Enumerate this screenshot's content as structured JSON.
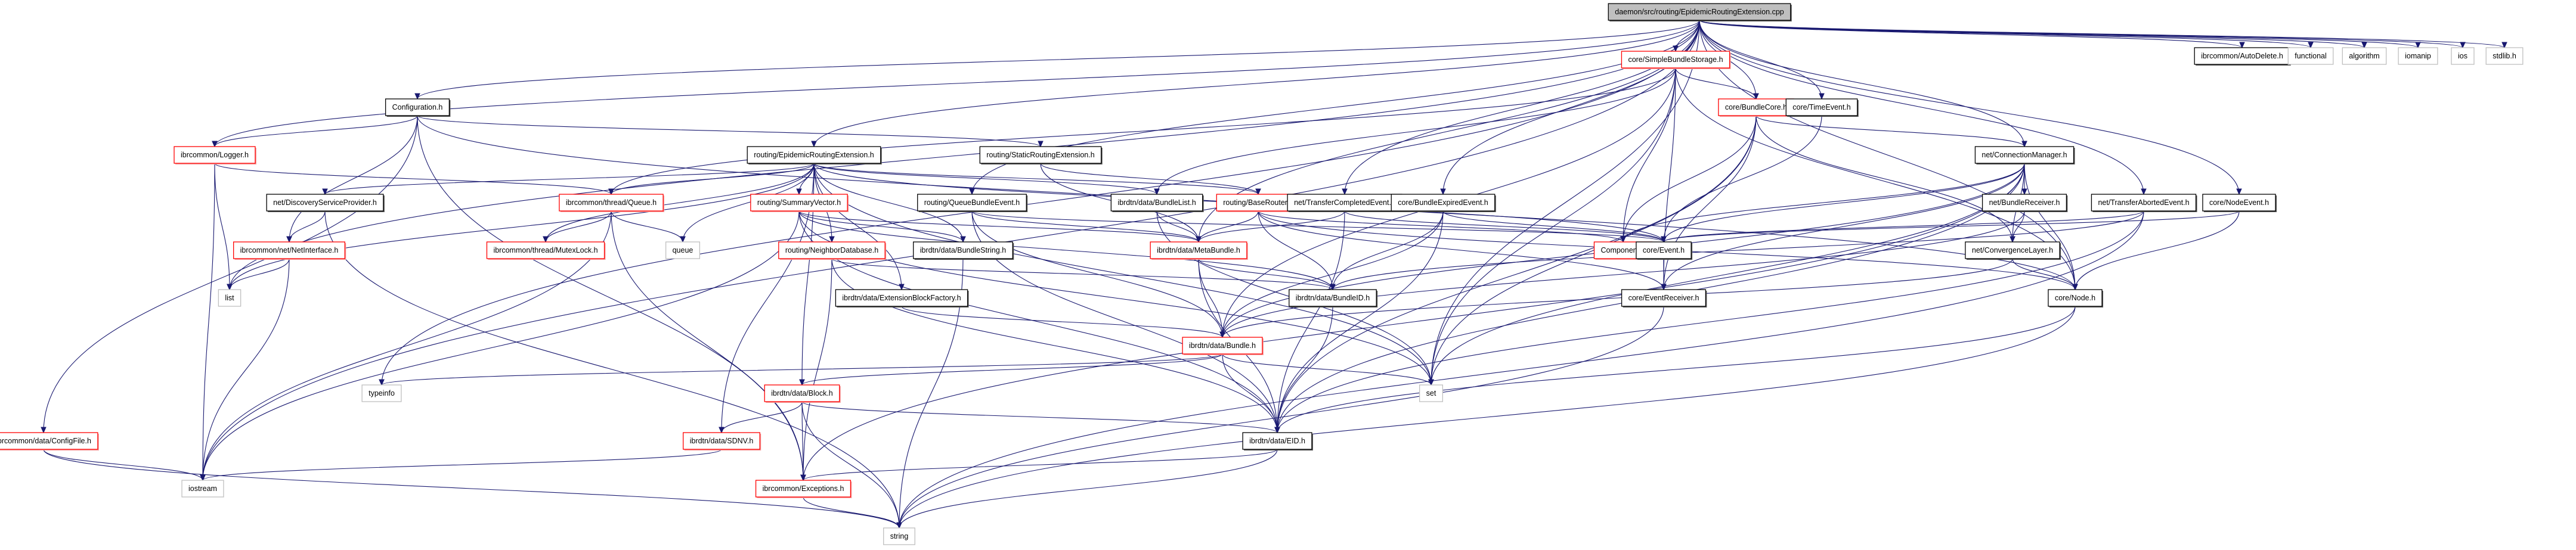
{
  "diagram": {
    "title": "daemon/src/routing/EpidemicRoutingExtension.cpp",
    "type": "include-dependency-graph",
    "colors": {
      "root_fill": "#bfbfbf",
      "documented_border": "#000000",
      "has_more_border": "#ff0000",
      "system_header_border": "#bfbfbf",
      "edge": "#191970"
    },
    "nodes": [
      {
        "id": "root",
        "label": "daemon/src/routing/EpidemicRoutingExtension.cpp",
        "kind": "root"
      },
      {
        "id": "autodelete",
        "label": "ibrcommon/AutoDelete.h",
        "kind": "documented"
      },
      {
        "id": "functional",
        "label": "functional",
        "kind": "system"
      },
      {
        "id": "algorithm",
        "label": "algorithm",
        "kind": "system"
      },
      {
        "id": "iomanip",
        "label": "iomanip",
        "kind": "system"
      },
      {
        "id": "ios",
        "label": "ios",
        "kind": "system"
      },
      {
        "id": "stdlib",
        "label": "stdlib.h",
        "kind": "system"
      },
      {
        "id": "sbs",
        "label": "core/SimpleBundleStorage.h",
        "kind": "truncated"
      },
      {
        "id": "config",
        "label": "Configuration.h",
        "kind": "documented"
      },
      {
        "id": "logger",
        "label": "ibrcommon/Logger.h",
        "kind": "truncated"
      },
      {
        "id": "ereh",
        "label": "routing/EpidemicRoutingExtension.h",
        "kind": "documented"
      },
      {
        "id": "sre",
        "label": "routing/StaticRoutingExtension.h",
        "kind": "documented"
      },
      {
        "id": "bcore",
        "label": "core/BundleCore.h",
        "kind": "truncated"
      },
      {
        "id": "timeev",
        "label": "core/TimeEvent.h",
        "kind": "documented"
      },
      {
        "id": "connmgr",
        "label": "net/ConnectionManager.h",
        "kind": "documented"
      },
      {
        "id": "dsp",
        "label": "net/DiscoveryServiceProvider.h",
        "kind": "documented"
      },
      {
        "id": "queueh",
        "label": "ibrcommon/thread/Queue.h",
        "kind": "truncated"
      },
      {
        "id": "sumvec",
        "label": "routing/SummaryVector.h",
        "kind": "truncated"
      },
      {
        "id": "qbe",
        "label": "routing/QueueBundleEvent.h",
        "kind": "documented"
      },
      {
        "id": "blist",
        "label": "ibrdtn/data/BundleList.h",
        "kind": "documented"
      },
      {
        "id": "brouter",
        "label": "routing/BaseRouter.h",
        "kind": "truncated"
      },
      {
        "id": "tce",
        "label": "net/TransferCompletedEvent.h",
        "kind": "documented"
      },
      {
        "id": "bee",
        "label": "core/BundleExpiredEvent.h",
        "kind": "documented"
      },
      {
        "id": "brecv",
        "label": "net/BundleReceiver.h",
        "kind": "documented"
      },
      {
        "id": "tae",
        "label": "net/TransferAbortedEvent.h",
        "kind": "documented"
      },
      {
        "id": "nodeev",
        "label": "core/NodeEvent.h",
        "kind": "documented"
      },
      {
        "id": "netif",
        "label": "ibrcommon/net/NetInterface.h",
        "kind": "truncated"
      },
      {
        "id": "mutex",
        "label": "ibrcommon/thread/MutexLock.h",
        "kind": "truncated"
      },
      {
        "id": "queue",
        "label": "queue",
        "kind": "system"
      },
      {
        "id": "ndb",
        "label": "routing/NeighborDatabase.h",
        "kind": "truncated"
      },
      {
        "id": "bstring",
        "label": "ibrdtn/data/BundleString.h",
        "kind": "documented"
      },
      {
        "id": "metab",
        "label": "ibrdtn/data/MetaBundle.h",
        "kind": "truncated"
      },
      {
        "id": "component",
        "label": "Component.h",
        "kind": "truncated"
      },
      {
        "id": "event",
        "label": "core/Event.h",
        "kind": "documented"
      },
      {
        "id": "convl",
        "label": "net/ConvergenceLayer.h",
        "kind": "documented"
      },
      {
        "id": "list",
        "label": "list",
        "kind": "system"
      },
      {
        "id": "ebf",
        "label": "ibrdtn/data/ExtensionBlockFactory.h",
        "kind": "documented"
      },
      {
        "id": "bid",
        "label": "ibrdtn/data/BundleID.h",
        "kind": "documented"
      },
      {
        "id": "evrecv",
        "label": "core/EventReceiver.h",
        "kind": "documented"
      },
      {
        "id": "node",
        "label": "core/Node.h",
        "kind": "documented"
      },
      {
        "id": "bundle",
        "label": "ibrdtn/data/Bundle.h",
        "kind": "truncated"
      },
      {
        "id": "typeinfo",
        "label": "typeinfo",
        "kind": "system"
      },
      {
        "id": "block",
        "label": "ibrdtn/data/Block.h",
        "kind": "truncated"
      },
      {
        "id": "set",
        "label": "set",
        "kind": "system"
      },
      {
        "id": "sdnv",
        "label": "ibrdtn/data/SDNV.h",
        "kind": "truncated"
      },
      {
        "id": "eid",
        "label": "ibrdtn/data/EID.h",
        "kind": "documented"
      },
      {
        "id": "cfgfile",
        "label": "ibrcommon/data/ConfigFile.h",
        "kind": "truncated"
      },
      {
        "id": "iostream",
        "label": "iostream",
        "kind": "system"
      },
      {
        "id": "exc",
        "label": "ibrcommon/Exceptions.h",
        "kind": "truncated"
      },
      {
        "id": "string",
        "label": "string",
        "kind": "system"
      }
    ],
    "edges": [
      [
        "root",
        "autodelete"
      ],
      [
        "root",
        "functional"
      ],
      [
        "root",
        "algorithm"
      ],
      [
        "root",
        "iomanip"
      ],
      [
        "root",
        "ios"
      ],
      [
        "root",
        "stdlib"
      ],
      [
        "root",
        "sbs"
      ],
      [
        "root",
        "config"
      ],
      [
        "root",
        "logger"
      ],
      [
        "root",
        "ereh"
      ],
      [
        "root",
        "bcore"
      ],
      [
        "root",
        "timeev"
      ],
      [
        "root",
        "connmgr"
      ],
      [
        "root",
        "qbe"
      ],
      [
        "root",
        "tce"
      ],
      [
        "root",
        "bee"
      ],
      [
        "root",
        "tae"
      ],
      [
        "root",
        "nodeev"
      ],
      [
        "root",
        "list"
      ],
      [
        "root",
        "iostream"
      ],
      [
        "root",
        "typeinfo"
      ],
      [
        "root",
        "metab"
      ],
      [
        "root",
        "node"
      ],
      [
        "root",
        "set"
      ],
      [
        "sbs",
        "bcore"
      ],
      [
        "sbs",
        "queueh"
      ],
      [
        "sbs",
        "blist"
      ],
      [
        "sbs",
        "component"
      ],
      [
        "sbs",
        "bundle"
      ],
      [
        "sbs",
        "set"
      ],
      [
        "sbs",
        "evrecv"
      ],
      [
        "sbs",
        "node"
      ],
      [
        "config",
        "logger"
      ],
      [
        "config",
        "netif"
      ],
      [
        "config",
        "exc"
      ],
      [
        "config",
        "cfgfile"
      ],
      [
        "config",
        "sre"
      ],
      [
        "config",
        "node"
      ],
      [
        "logger",
        "queueh"
      ],
      [
        "logger",
        "iostream"
      ],
      [
        "logger",
        "list"
      ],
      [
        "ereh",
        "dsp"
      ],
      [
        "ereh",
        "queueh"
      ],
      [
        "ereh",
        "sumvec"
      ],
      [
        "ereh",
        "ndb"
      ],
      [
        "ereh",
        "bstring"
      ],
      [
        "ereh",
        "ebf"
      ],
      [
        "ereh",
        "blist"
      ],
      [
        "ereh",
        "brouter"
      ],
      [
        "ereh",
        "queue"
      ],
      [
        "ereh",
        "list"
      ],
      [
        "ereh",
        "mutex"
      ],
      [
        "ereh",
        "block"
      ],
      [
        "ereh",
        "sdnv"
      ],
      [
        "ereh",
        "event"
      ],
      [
        "ereh",
        "set"
      ],
      [
        "sre",
        "brouter"
      ],
      [
        "sre",
        "metab"
      ],
      [
        "bcore",
        "connmgr"
      ],
      [
        "bcore",
        "component"
      ],
      [
        "bcore",
        "convl"
      ],
      [
        "bcore",
        "evrecv"
      ],
      [
        "bcore",
        "set"
      ],
      [
        "bcore",
        "eid"
      ],
      [
        "timeev",
        "event"
      ],
      [
        "connmgr",
        "brecv"
      ],
      [
        "connmgr",
        "convl"
      ],
      [
        "connmgr",
        "component"
      ],
      [
        "connmgr",
        "node"
      ],
      [
        "connmgr",
        "event"
      ],
      [
        "connmgr",
        "evrecv"
      ],
      [
        "connmgr",
        "eid"
      ],
      [
        "connmgr",
        "exc"
      ],
      [
        "connmgr",
        "bundle"
      ],
      [
        "connmgr",
        "set"
      ],
      [
        "dsp",
        "netif"
      ],
      [
        "dsp",
        "string"
      ],
      [
        "queueh",
        "mutex"
      ],
      [
        "queueh",
        "exc"
      ],
      [
        "queueh",
        "iostream"
      ],
      [
        "queueh",
        "queue"
      ],
      [
        "sumvec",
        "bstring"
      ],
      [
        "sumvec",
        "metab"
      ],
      [
        "sumvec",
        "bid"
      ],
      [
        "sumvec",
        "eid"
      ],
      [
        "sumvec",
        "iostream"
      ],
      [
        "sumvec",
        "set"
      ],
      [
        "qbe",
        "metab"
      ],
      [
        "qbe",
        "event"
      ],
      [
        "qbe",
        "bundle"
      ],
      [
        "qbe",
        "eid"
      ],
      [
        "blist",
        "metab"
      ],
      [
        "blist",
        "set"
      ],
      [
        "brouter",
        "metab"
      ],
      [
        "brouter",
        "bid"
      ],
      [
        "brouter",
        "evrecv"
      ],
      [
        "brouter",
        "component"
      ],
      [
        "brouter",
        "node"
      ],
      [
        "tce",
        "metab"
      ],
      [
        "tce",
        "event"
      ],
      [
        "tce",
        "eid"
      ],
      [
        "bee",
        "event"
      ],
      [
        "bee",
        "bundle"
      ],
      [
        "bee",
        "bid"
      ],
      [
        "bee",
        "eid"
      ],
      [
        "brecv",
        "convl"
      ],
      [
        "brecv",
        "bundle"
      ],
      [
        "tae",
        "event"
      ],
      [
        "tae",
        "eid"
      ],
      [
        "tae",
        "bid"
      ],
      [
        "tae",
        "string"
      ],
      [
        "nodeev",
        "event"
      ],
      [
        "nodeev",
        "node"
      ],
      [
        "netif",
        "list"
      ],
      [
        "netif",
        "iostream"
      ],
      [
        "ndb",
        "bid"
      ],
      [
        "ndb",
        "exc"
      ],
      [
        "ndb",
        "eid"
      ],
      [
        "bstring",
        "string"
      ],
      [
        "metab",
        "bundle"
      ],
      [
        "metab",
        "eid"
      ],
      [
        "metab",
        "bid"
      ],
      [
        "event",
        "evrecv"
      ],
      [
        "convl",
        "node"
      ],
      [
        "convl",
        "bundle"
      ],
      [
        "ebf",
        "bundle"
      ],
      [
        "bid",
        "eid"
      ],
      [
        "evrecv",
        "string"
      ],
      [
        "node",
        "eid"
      ],
      [
        "node",
        "string"
      ],
      [
        "bundle",
        "block"
      ],
      [
        "bundle",
        "eid"
      ],
      [
        "bundle",
        "set"
      ],
      [
        "bundle",
        "typeinfo"
      ],
      [
        "block",
        "sdnv"
      ],
      [
        "block",
        "exc"
      ],
      [
        "block",
        "string"
      ],
      [
        "block",
        "eid"
      ],
      [
        "sdnv",
        "iostream"
      ],
      [
        "eid",
        "exc"
      ],
      [
        "eid",
        "string"
      ],
      [
        "cfgfile",
        "iostream"
      ],
      [
        "cfgfile",
        "string"
      ],
      [
        "exc",
        "string"
      ]
    ]
  }
}
